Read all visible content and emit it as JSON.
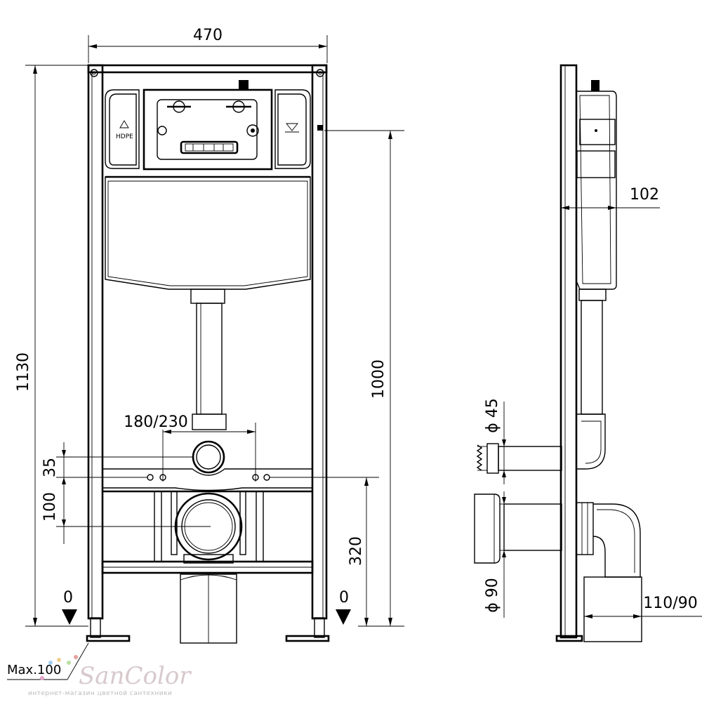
{
  "dimensions": {
    "frame_width": "470",
    "frame_height": "1130",
    "cistern_height": "1000",
    "axis_spacing": "180/230",
    "bolt_offset": "35",
    "drain_offset": "100",
    "drain_height": "320",
    "depth": "102",
    "supply_diameter": "ϕ 45",
    "drain_diameter": "ϕ 90",
    "outlet_size": "110/90",
    "floor_left": "0",
    "floor_right": "0",
    "adjust_max": "Max.100"
  },
  "labels": {
    "hdpe_mark": "HDPE"
  },
  "watermark": {
    "brand": "SanColor",
    "tagline": "интернет-магазин цветной сантехники"
  }
}
